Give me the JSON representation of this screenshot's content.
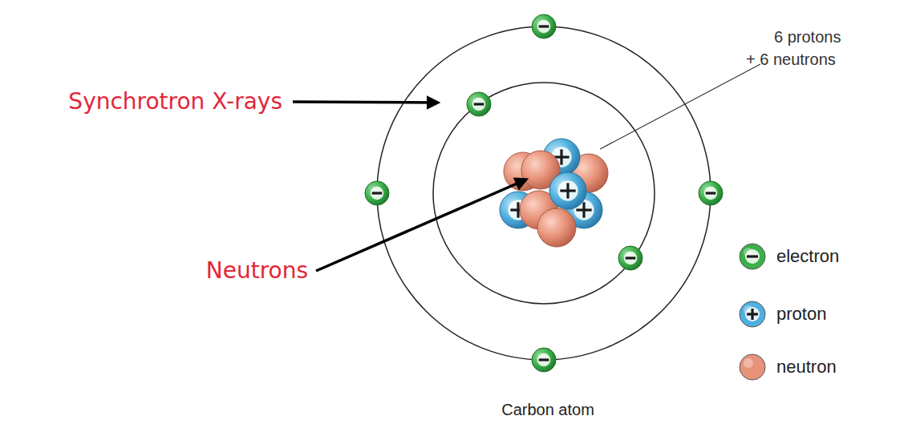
{
  "diagram": {
    "caption": "Carbon atom",
    "labels": [
      "Synchrotron X-rays",
      "Neutrons",
      "6 protons + 6 neutrons"
    ],
    "legend": [
      {
        "text": "electron",
        "color": "#3cb04a"
      },
      {
        "text": "proton",
        "color": "#4fb0df"
      },
      {
        "text": "neutron",
        "color": "#e8927a"
      }
    ]
  }
}
